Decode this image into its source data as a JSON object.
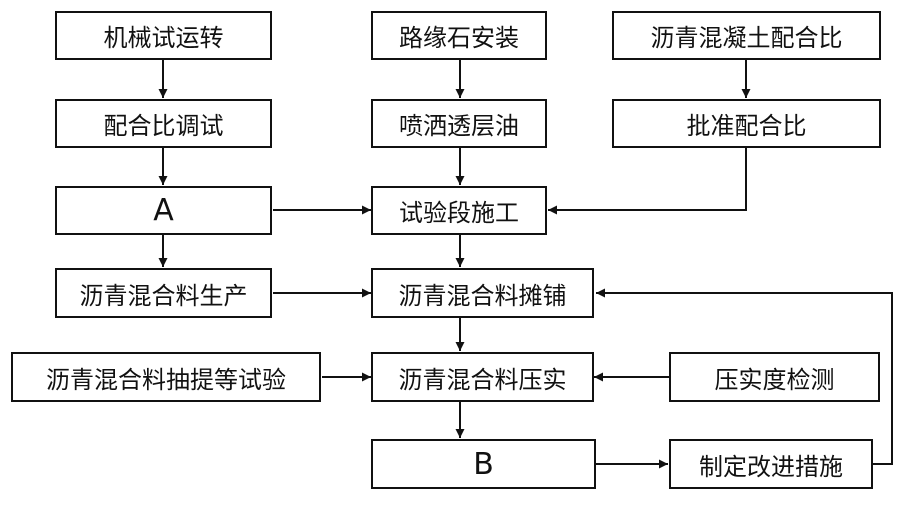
{
  "nodes": {
    "mechanical_test_run": "机械试运转",
    "curb_installation": "路缘石安装",
    "asphalt_mix_ratio": "沥青混凝土配合比",
    "mix_ratio_debug": "配合比调试",
    "spray_prime_coat": "喷洒透层油",
    "approve_mix_ratio": "批准配合比",
    "node_a": "A",
    "trial_section": "试验段施工",
    "mix_production": "沥青混合料生产",
    "mix_paving": "沥青混合料摊铺",
    "mix_sampling_test": "沥青混合料抽提等试验",
    "mix_compaction": "沥青混合料压实",
    "compaction_test": "压实度检测",
    "node_b": "B",
    "improvement_measures": "制定改进措施"
  },
  "colors": {
    "line": "#111111",
    "background": "#ffffff"
  }
}
